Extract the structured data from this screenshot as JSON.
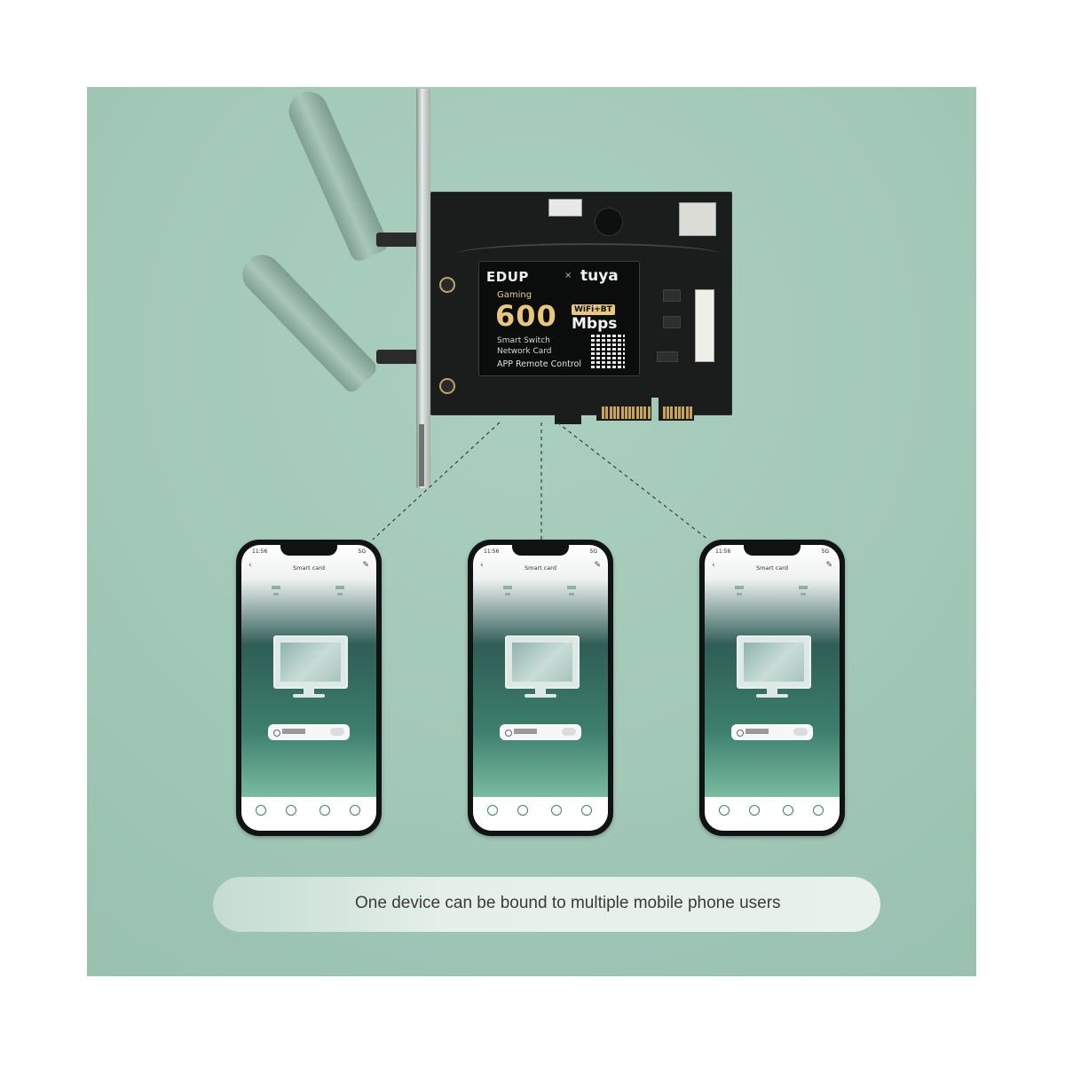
{
  "card": {
    "brand": "EDUP",
    "times": "×",
    "partner": "tuya",
    "gaming": "Gaming",
    "speed": "600",
    "wifi_bt": "WiFi+BT",
    "unit": "Mbps",
    "desc_line1": "Smart Switch",
    "desc_line2": "Network Card",
    "desc_line3": "APP Remote Control"
  },
  "phones": [
    {
      "time": "11:56",
      "signal": "5G",
      "title": "Smart card"
    },
    {
      "time": "11:56",
      "signal": "5G",
      "title": "Smart card"
    },
    {
      "time": "11:56",
      "signal": "5G",
      "title": "Smart card"
    }
  ],
  "caption": "One device can be bound to multiple mobile phone users",
  "colors": {
    "panel_background": "#a2c8b8",
    "pcb": "#1b1d1d",
    "gold": "#e9c77a",
    "app_green": "#3d7f6c"
  },
  "icons": [
    "back-arrow-icon",
    "edit-icon",
    "monitor-icon",
    "power-icon",
    "timer-icon",
    "refresh-icon",
    "settings-icon"
  ]
}
